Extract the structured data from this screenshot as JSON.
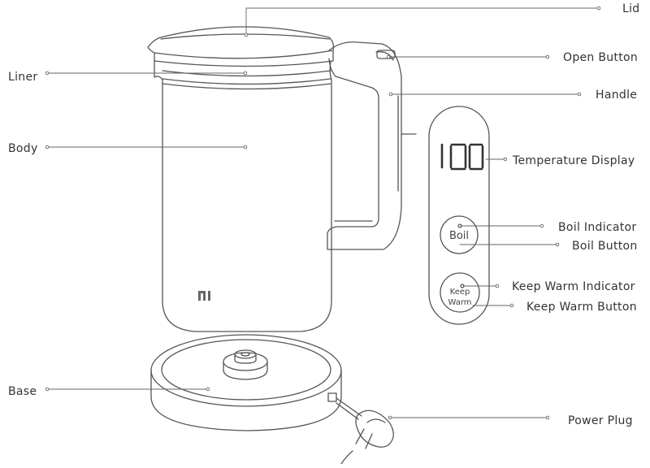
{
  "labels": {
    "lid": "Lid",
    "open_button": "Open Button",
    "handle": "Handle",
    "temperature_display": "Temperature Display",
    "boil_indicator": "Boil Indicator",
    "boil_button": "Boil Button",
    "keep_warm_indicator": "Keep Warm Indicator",
    "keep_warm_button": "Keep Warm Button",
    "power_plug": "Power Plug",
    "liner": "Liner",
    "body": "Body",
    "base": "Base"
  },
  "panel": {
    "temperature": "100",
    "boil_button_text": "Boil",
    "keep_warm_line1": "Keep",
    "keep_warm_line2": "Warm"
  },
  "brand_logo": "MI"
}
